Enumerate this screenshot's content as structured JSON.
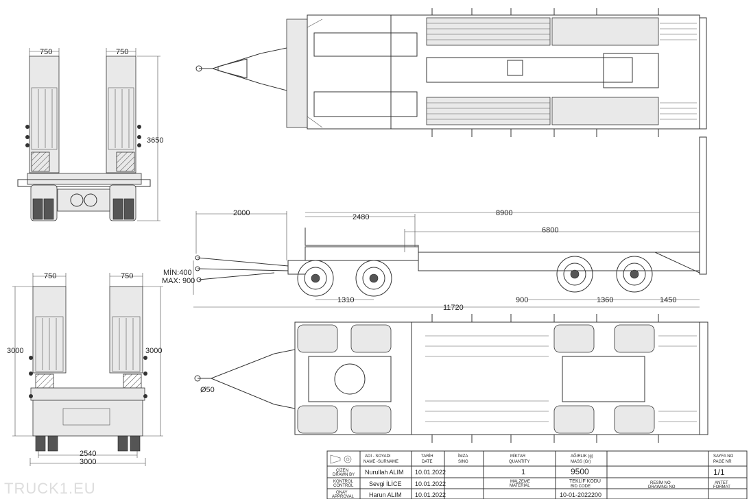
{
  "watermark": "TRUCK1.EU",
  "dimensions": {
    "rear_width_top_left": "750",
    "rear_width_top_right": "750",
    "rear_height_top": "3650",
    "rear_width_bot_left": "750",
    "rear_width_bot_right": "750",
    "rear_height_bot_left": "3000",
    "rear_height_bot_right": "3000",
    "track_width": "2540",
    "overall_width": "3000",
    "drawbar_length": "2000",
    "gooseneck_length": "2480",
    "deck_length": "8900",
    "lower_deck_length": "6800",
    "coupling_height": "MİN:400\nMAX: 900",
    "coupling_min": "MİN:400",
    "coupling_max": "MAX: 900",
    "front_axle_spacing": "1310",
    "overall_length": "11720",
    "rear_overhang_gap": "900",
    "rear_axle_spacing": "1360",
    "rear_overhang": "1450",
    "eye_diameter": "Ø50"
  },
  "title_block": {
    "header_name": "ADI - SOYADI\nNAME -SURNAME",
    "header_name_1": "ADI - SOYADI",
    "header_name_2": "NAME -SURNAME",
    "header_date_1": "TARİH",
    "header_date_2": "DATE",
    "header_sign_1": "İMZA",
    "header_sign_2": "SING",
    "header_qty_1": "MİKTAR",
    "header_qty_2": "QUANTITY",
    "header_mass_1": "AĞIRLIK (g)",
    "header_mass_2": "MASS (Gr)",
    "header_page_1": "SAYFA NO",
    "header_page_2": "PAGE NR",
    "drawn_label_1": "ÇİZEN",
    "drawn_label_2": "DRAWN BY",
    "drawn_name": "Nurullah ALIM",
    "drawn_date": "10.01.2022",
    "control_label_1": "KONTROL",
    "control_label_2": "CONTROL",
    "control_name": "Sevgi İLİCE",
    "control_date": "10.01.2022",
    "approval_label_1": "ONAY",
    "approval_label_2": "APPROVAL",
    "approval_name": "Harun ALIM",
    "approval_date": "10.01.2022",
    "quantity": "1",
    "mass": "9500",
    "material_label_1": "MALZEME",
    "material_label_2": "MATERIAL",
    "code_label_1": "TEKLİF KODU",
    "code_label_2": "BID CODE",
    "code_value": "10-01-2022200",
    "drawing_no_label_1": "RESİM NO",
    "drawing_no_label_2": "DRAWING NO",
    "page_value": "1/1",
    "format_label_1": "ANTET",
    "format_label_2": "FORMAT"
  }
}
